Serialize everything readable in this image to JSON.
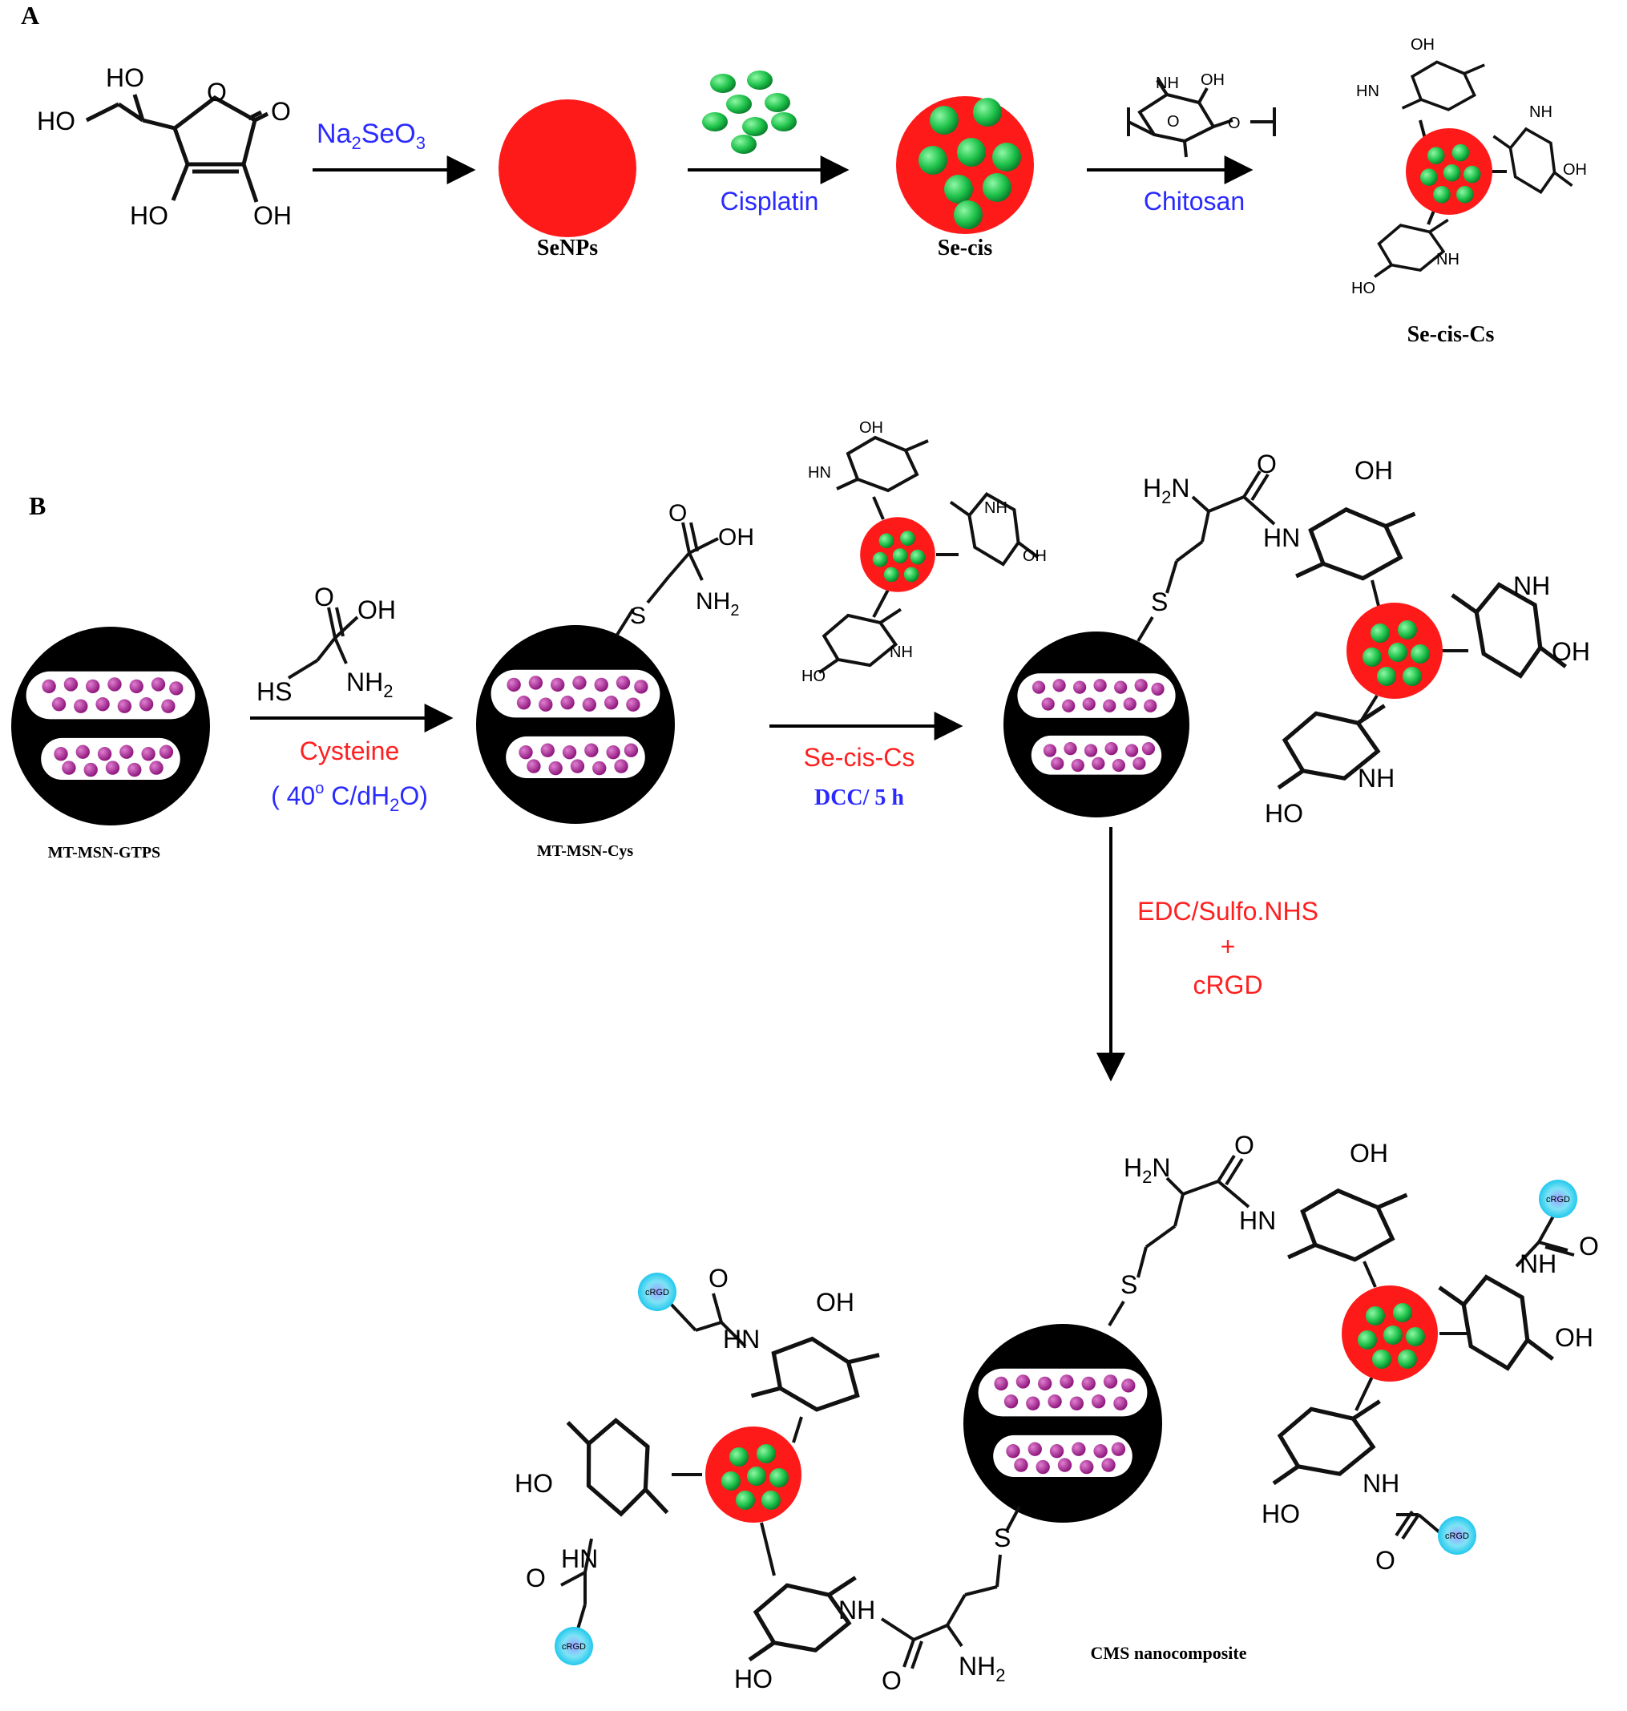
{
  "panels": {
    "a": "A",
    "b": "B"
  },
  "reagents": {
    "na2seo3": {
      "main": "Na",
      "sub1": "2",
      "mid": "SeO",
      "sub2": "3"
    },
    "cisplatin": "Cisplatin",
    "chitosan": "Chitosan",
    "cysteine": "Cysteine",
    "cys_cond": {
      "open": "( 40",
      "deg": "o",
      "mid": " C/dH",
      "sub": "2",
      "close": "O)"
    },
    "secis_cs": "Se-cis-Cs",
    "dcc": "DCC/ 5 h",
    "edc": "EDC/Sulfo.NHS",
    "plus": "+",
    "crgd": "cRGD"
  },
  "products": {
    "senps": "SeNPs",
    "secis": "Se-cis",
    "seciscs": "Se-cis-Cs",
    "gtps": "MT-MSN-GTPS",
    "cys": "MT-MSN-Cys",
    "cms": "CMS nanocomposite"
  },
  "atoms": {
    "ho": "HO",
    "oh": "OH",
    "o": "O",
    "s": "S",
    "hs": "HS",
    "nh": "NH",
    "hn": "HN",
    "nh2": "NH",
    "two": "2",
    "h2n_h": "H",
    "h2n_n": "N",
    "crgd_tag": "cRGD"
  },
  "colors": {
    "selenium_red": "#ff1a1a",
    "cisplatin_green": "#1ec24a",
    "silica_black": "#000000",
    "pore_dot_purple": "#a01a8c",
    "crgd_cyan": "#2fd6f0",
    "reagent_blue": "#2a2aff",
    "reagent_red": "#ff2020"
  }
}
